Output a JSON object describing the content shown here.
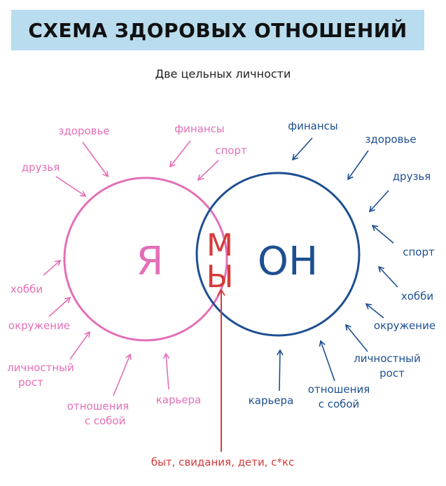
{
  "header": {
    "title": "СХЕМА ЗДОРОВЫХ ОТНОШЕНИЙ",
    "subtitle": "Две цельных личности"
  },
  "center_labels": {
    "me": "Я",
    "us_line1": "М",
    "us_line2": "Ы",
    "him": "ОН"
  },
  "left_labels": {
    "health": "здоровье",
    "finance": "финансы",
    "sport": "спорт",
    "friends": "друзья",
    "hobby": "хобби",
    "environment": "окружение",
    "growth_line1": "личностный",
    "growth_line2": "рост",
    "self_rel_line1": "отношения",
    "self_rel_line2": "с собой",
    "career": "карьера"
  },
  "right_labels": {
    "finance": "финансы",
    "health": "здоровье",
    "friends": "друзья",
    "sport": "спорт",
    "hobby": "хобби",
    "environment": "окружение",
    "growth_line1": "личностный",
    "growth_line2": "рост",
    "self_rel_line1": "отношения",
    "self_rel_line2": "с собой",
    "career": "карьера"
  },
  "shared": {
    "common": "быт, свидания, дети, с*кс"
  },
  "colors": {
    "pink": "#e36fb8",
    "blue": "#1d4f91",
    "red": "#d63a3a",
    "title_bg": "#b9dcee"
  }
}
